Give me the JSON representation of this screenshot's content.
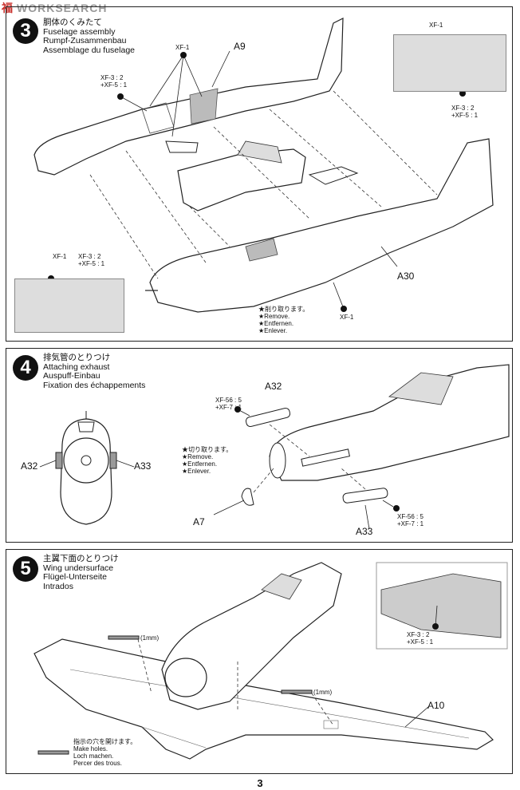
{
  "watermark": {
    "zh": "福",
    "en": "WORKSEARCH"
  },
  "step3": {
    "number": "3",
    "title_jp": "胴体のくみたて",
    "title_en": "Fuselage assembly",
    "title_de": "Rumpf-Zusammenbau",
    "title_fr": "Assemblage du fuselage",
    "part_a9": "A9",
    "part_a30": "A30",
    "xf1_top": "XF-1",
    "xf3_left_1": "XF-3 : 2",
    "xf3_left_2": "+XF-5 : 1",
    "xf1_inset_right": "XF-1",
    "xf3_right_1": "XF-3 : 2",
    "xf3_right_2": "+XF-5 : 1",
    "xf1_inset_left": "XF-1",
    "xf3_inset_left_1": "XF-3 : 2",
    "xf3_inset_left_2": "+XF-5 : 1",
    "xf1_bottom": "XF-1",
    "remove_jp": "★削り取ります。",
    "remove_en": "★Remove.",
    "remove_de": "★Entfernen.",
    "remove_fr": "★Enlever."
  },
  "step4": {
    "number": "4",
    "title_jp": "排気管のとりつけ",
    "title_en": "Attaching exhaust",
    "title_de": "Auspuff-Einbau",
    "title_fr": "Fixation des échappements",
    "part_a32_top": "A32",
    "part_a32_left": "A32",
    "part_a33_left": "A33",
    "part_a33_bottom": "A33",
    "part_a7": "A7",
    "xf56_top_1": "XF-56 : 5",
    "xf56_top_2": "+XF-7 : 1",
    "xf56_bottom_1": "XF-56 : 5",
    "xf56_bottom_2": "+XF-7 : 1",
    "cut_jp": "★切り取ります。",
    "cut_en": "★Remove.",
    "cut_de": "★Entfernen.",
    "cut_fr": "★Enlever."
  },
  "step5": {
    "number": "5",
    "title_jp": "主翼下面のとりつけ",
    "title_en": "Wing undersurface",
    "title_de": "Flügel-Unterseite",
    "title_fr": "Intrados",
    "part_a10": "A10",
    "drill_1": "(1mm)",
    "drill_2": "(1mm)",
    "xf3_1": "XF-3 : 2",
    "xf3_2": "+XF-5 : 1",
    "holes_jp": "指示の穴を開けます。",
    "holes_en": "Make holes.",
    "holes_de": "Loch machen.",
    "holes_fr": "Percer des trous."
  },
  "page_number": "3"
}
